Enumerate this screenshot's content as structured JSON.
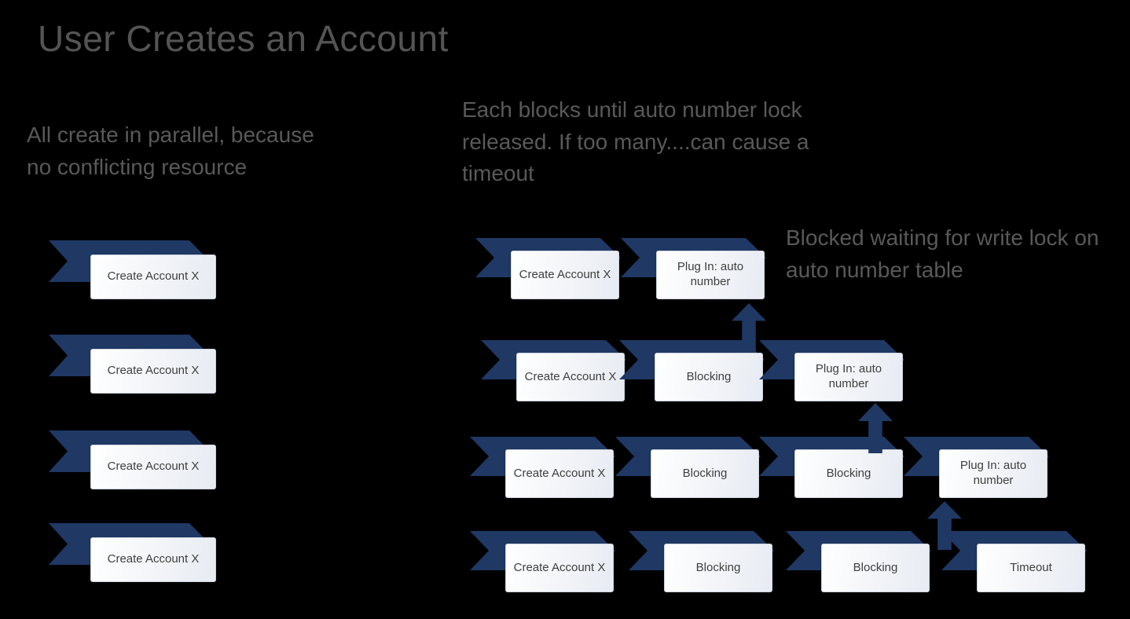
{
  "title": "User Creates an Account",
  "notes": {
    "left": "All create in parallel, because no conflicting resource",
    "top": "Each blocks until auto number lock released. If too many....can cause a timeout",
    "right": "Blocked waiting for write lock on auto number table"
  },
  "parallel_column": {
    "items": [
      "Create Account X",
      "Create Account X",
      "Create Account X",
      "Create Account X"
    ]
  },
  "blocking_rows": [
    {
      "steps": [
        "Create Account X",
        "Plug In: auto number"
      ]
    },
    {
      "steps": [
        "Create Account X",
        "Blocking",
        "Plug In: auto number"
      ]
    },
    {
      "steps": [
        "Create Account X",
        "Blocking",
        "Blocking",
        "Plug In: auto number"
      ]
    },
    {
      "steps": [
        "Create Account X",
        "Blocking",
        "Blocking",
        "Timeout"
      ]
    }
  ],
  "colors": {
    "background": "#000000",
    "accent_navy": "#1f3864",
    "text_gray": "#595959",
    "title_gray": "#545454",
    "tag_text": "#3f3f3f",
    "tag_fill": "#f2f4f8"
  }
}
